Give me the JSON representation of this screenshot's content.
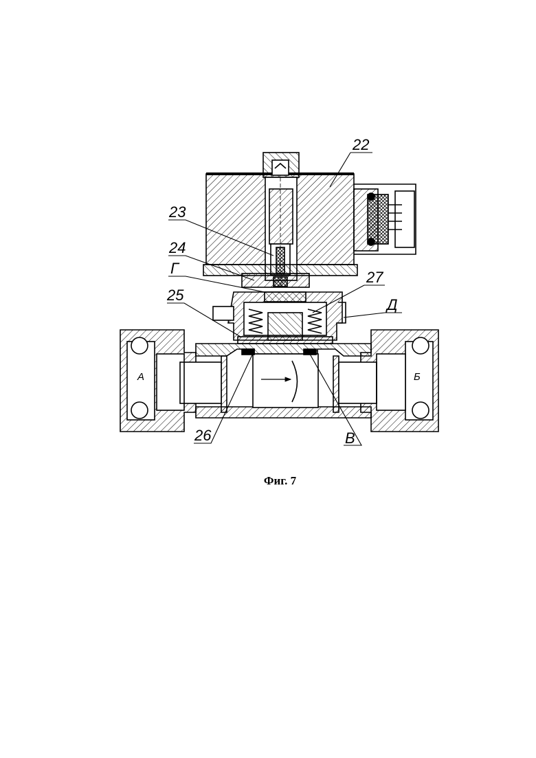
{
  "figure": {
    "caption": "Фиг. 7",
    "callouts": {
      "n22": "22",
      "n23": "23",
      "n24": "24",
      "g": "Г",
      "n25": "25",
      "n27": "27",
      "d": "Д",
      "n26": "26",
      "v": "В"
    },
    "ports": {
      "inlet": "А",
      "outlet": "Б"
    }
  }
}
